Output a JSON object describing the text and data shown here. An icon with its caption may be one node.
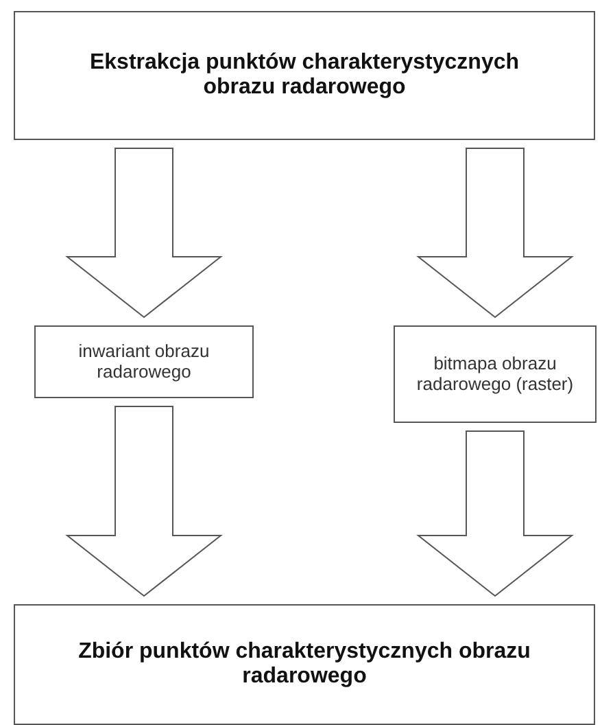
{
  "diagram": {
    "nodes": [
      {
        "text": [
          "Ekstrakcja punktów charakterystycznych obrazu radarowego"
        ]
      },
      {
        "text": [
          "inwariant obrazu radarowego"
        ]
      },
      {
        "text": [
          "bitmapa obrazu radarowego (raster)"
        ]
      },
      {
        "text": [
          "Zbiór punktów charakterystycznych obrazu radarowego"
        ]
      }
    ],
    "edges": [
      {
        "from": 0,
        "to": 1,
        "arrow": "to"
      },
      {
        "from": 0,
        "to": 2,
        "arrow": "to"
      },
      {
        "from": 1,
        "to": 3,
        "arrow": "to"
      },
      {
        "from": 2,
        "to": 3,
        "arrow": "to"
      }
    ]
  }
}
